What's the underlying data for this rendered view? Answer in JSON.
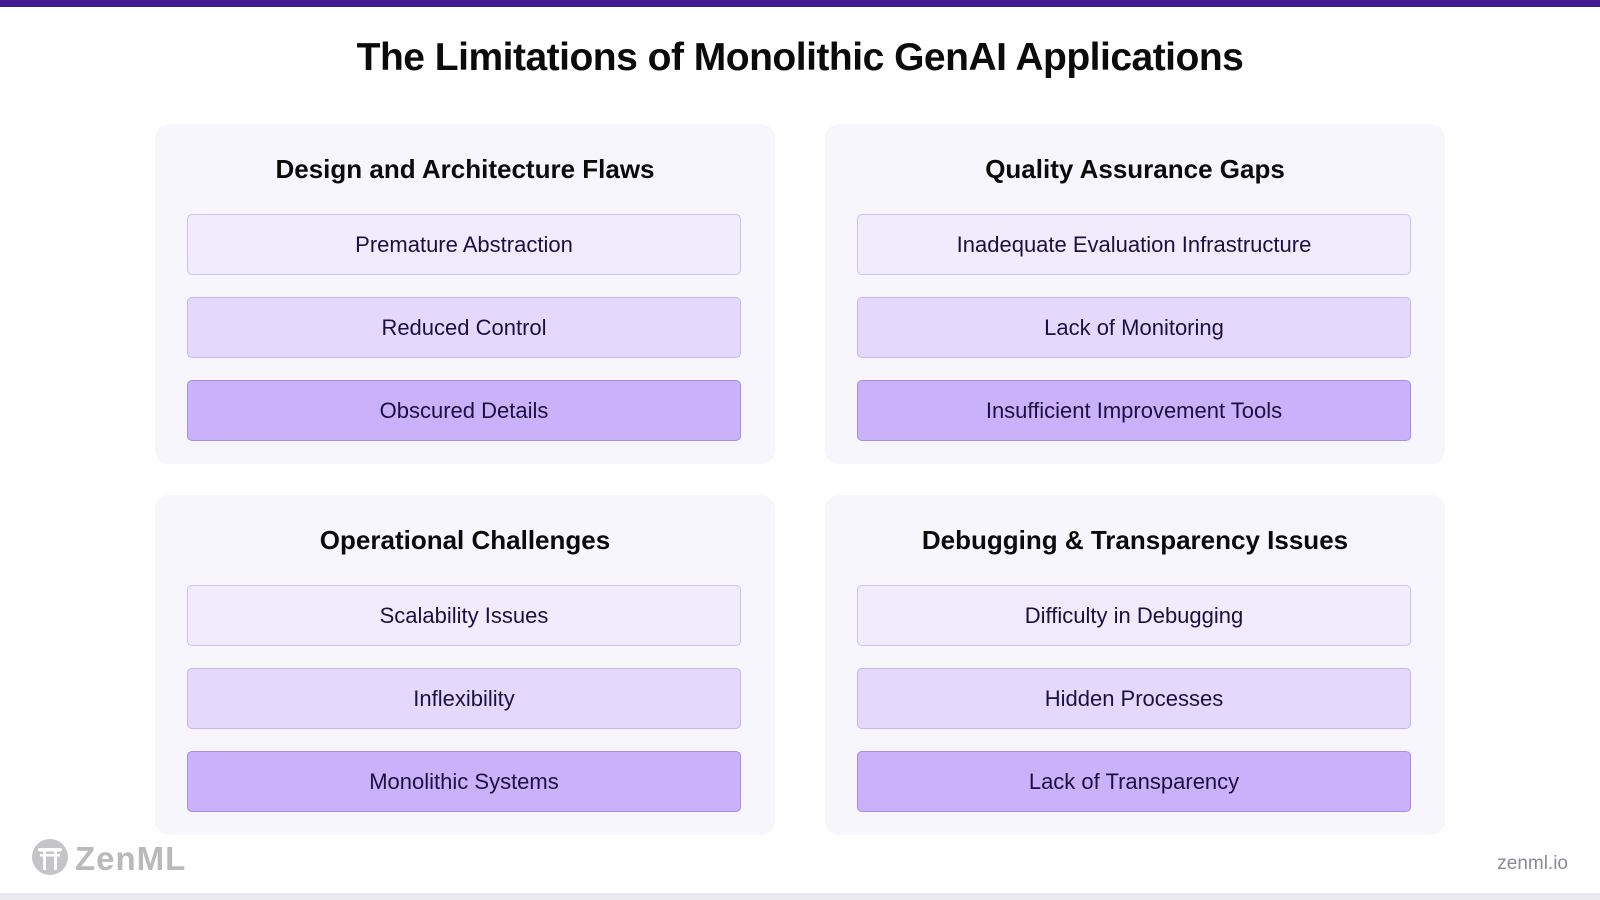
{
  "title": "The Limitations of Monolithic GenAI Applications",
  "panels": [
    {
      "title": "Design and Architecture Flaws",
      "items": [
        "Premature Abstraction",
        "Reduced Control",
        "Obscured Details"
      ]
    },
    {
      "title": "Quality Assurance Gaps",
      "items": [
        "Inadequate Evaluation Infrastructure",
        "Lack of Monitoring",
        "Insufficient Improvement Tools"
      ]
    },
    {
      "title": "Operational Challenges",
      "items": [
        "Scalability Issues",
        "Inflexibility",
        "Monolithic Systems"
      ]
    },
    {
      "title": "Debugging & Transparency Issues",
      "items": [
        "Difficulty in Debugging",
        "Hidden Processes",
        "Lack of Transparency"
      ]
    }
  ],
  "footer": {
    "logo_text": "ZenML",
    "logo_icon": "zenml-torii-icon",
    "url": "zenml.io"
  },
  "colors": {
    "accent": "#44198f",
    "panel_bg": "#f8f6fd",
    "item_light": "#f0ebfd",
    "item_mid": "#e4d9fc",
    "item_dark": "#c9b2f9"
  }
}
